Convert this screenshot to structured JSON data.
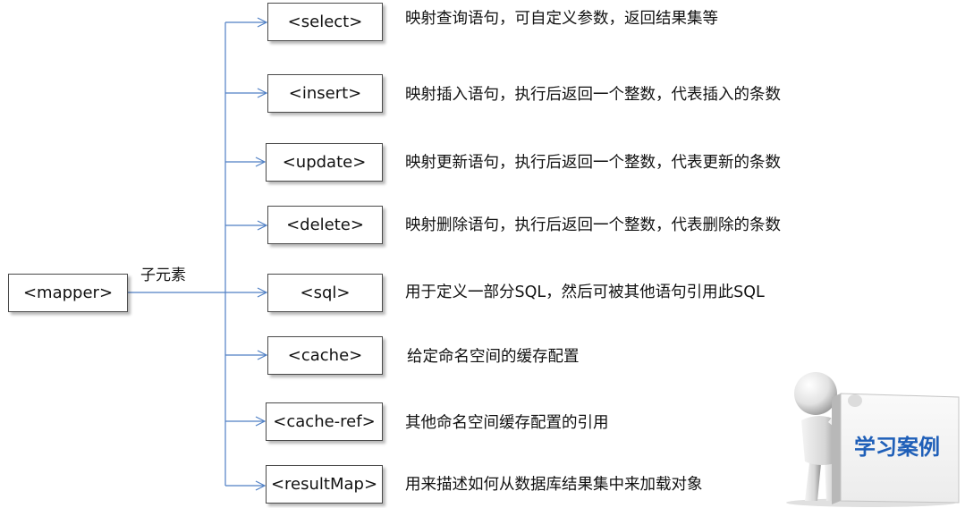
{
  "root": {
    "label": "<mapper>"
  },
  "edge_label": "子元素",
  "children": [
    {
      "tag": "<select>",
      "description": "映射查询语句，可自定义参数，返回结果集等"
    },
    {
      "tag": "<insert>",
      "description": "映射插入语句，执行后返回一个整数，代表插入的条数"
    },
    {
      "tag": "<update>",
      "description": "映射更新语句，执行后返回一个整数，代表更新的条数"
    },
    {
      "tag": "<delete>",
      "description": "映射删除语句，执行后返回一个整数，代表删除的条数"
    },
    {
      "tag": "<sql>",
      "description": "用于定义一部分SQL，然后可被其他语句引用此SQL"
    },
    {
      "tag": "<cache>",
      "description": "给定命名空间的缓存配置"
    },
    {
      "tag": "<cache-ref>",
      "description": "其他命名空间缓存配置的引用"
    },
    {
      "tag": "<resultMap>",
      "description": "用来描述如何从数据库结果集中来加载对象"
    }
  ],
  "badge": {
    "text": "学习案例"
  },
  "colors": {
    "connector": "#4f7fc4",
    "box_border": "#4a4a4a",
    "badge_text": "#1f5fb8"
  }
}
